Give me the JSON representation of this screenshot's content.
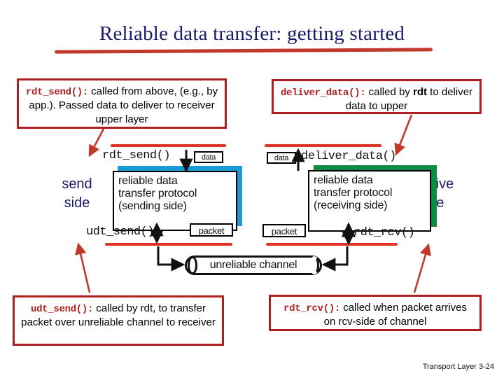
{
  "slide": {
    "title": "Reliable data transfer: getting started",
    "footer": "Transport Layer 3-24"
  },
  "colors": {
    "title_navy": "#1b1b6e",
    "callout_red": "#b01f1f",
    "bar_red": "#e03127",
    "sender_shadow_blue": "#1b9ad6",
    "receiver_shadow_green": "#0f8a45"
  },
  "callouts": {
    "rdt_send": {
      "api": "rdt_send():",
      "text": " called from above, (e.g., by app.). Passed data to deliver to receiver upper layer"
    },
    "deliver_data": {
      "api": "deliver_data():",
      "text_before": " called by ",
      "bold": "rdt",
      "text_after": " to deliver data to upper"
    },
    "udt_send": {
      "api": "udt_send():",
      "text": " called by rdt, to transfer packet over unreliable channel to receiver"
    },
    "rdt_rcv": {
      "api": "rdt_rcv():",
      "text": " called when packet arrives on rcv-side of channel"
    }
  },
  "diagram": {
    "send_side_label": "send\nside",
    "send_side_line1": "send",
    "send_side_line2": "side",
    "receive_side_line1": "receive",
    "receive_side_line2": "side",
    "sender_box": "reliable data transfer protocol (sending side)",
    "sender_box_line1": "reliable data",
    "sender_box_line2": "transfer protocol",
    "sender_box_line3": "(sending side)",
    "receiver_box_line1": "reliable data",
    "receiver_box_line2": "transfer protocol",
    "receiver_box_line3": "(receiving side)",
    "label_rdt_send": "rdt_send()",
    "label_deliver_data": "deliver_data()",
    "label_udt_send": "udt_send()",
    "label_rdt_rcv": "rdt_rcv()",
    "chip_data_left": "data",
    "chip_data_right": "data",
    "chip_packet_left": "packet",
    "chip_packet_right": "packet",
    "channel": "unreliable channel"
  }
}
